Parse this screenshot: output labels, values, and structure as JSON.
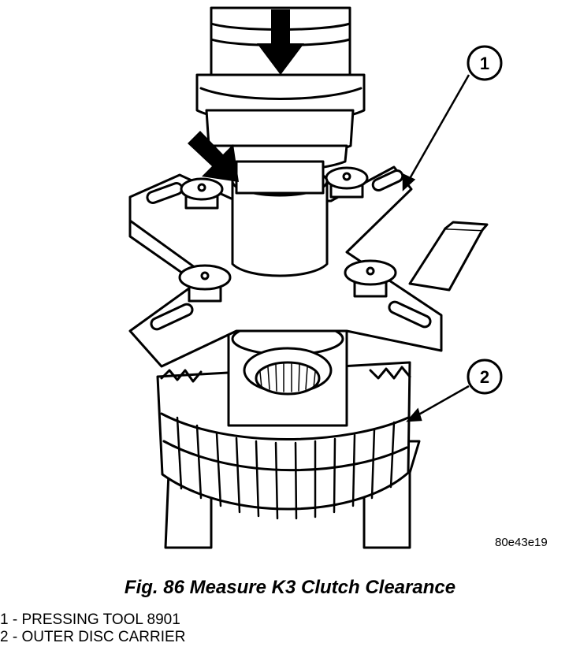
{
  "figure": {
    "image_code": "80e43e19",
    "callouts": [
      "1",
      "2"
    ]
  },
  "caption": "Fig. 86 Measure K3 Clutch Clearance",
  "legend": [
    "1 - PRESSING TOOL 8901",
    "2 - OUTER DISC CARRIER"
  ],
  "colors": {
    "ink": "#000000",
    "paper": "#ffffff"
  }
}
